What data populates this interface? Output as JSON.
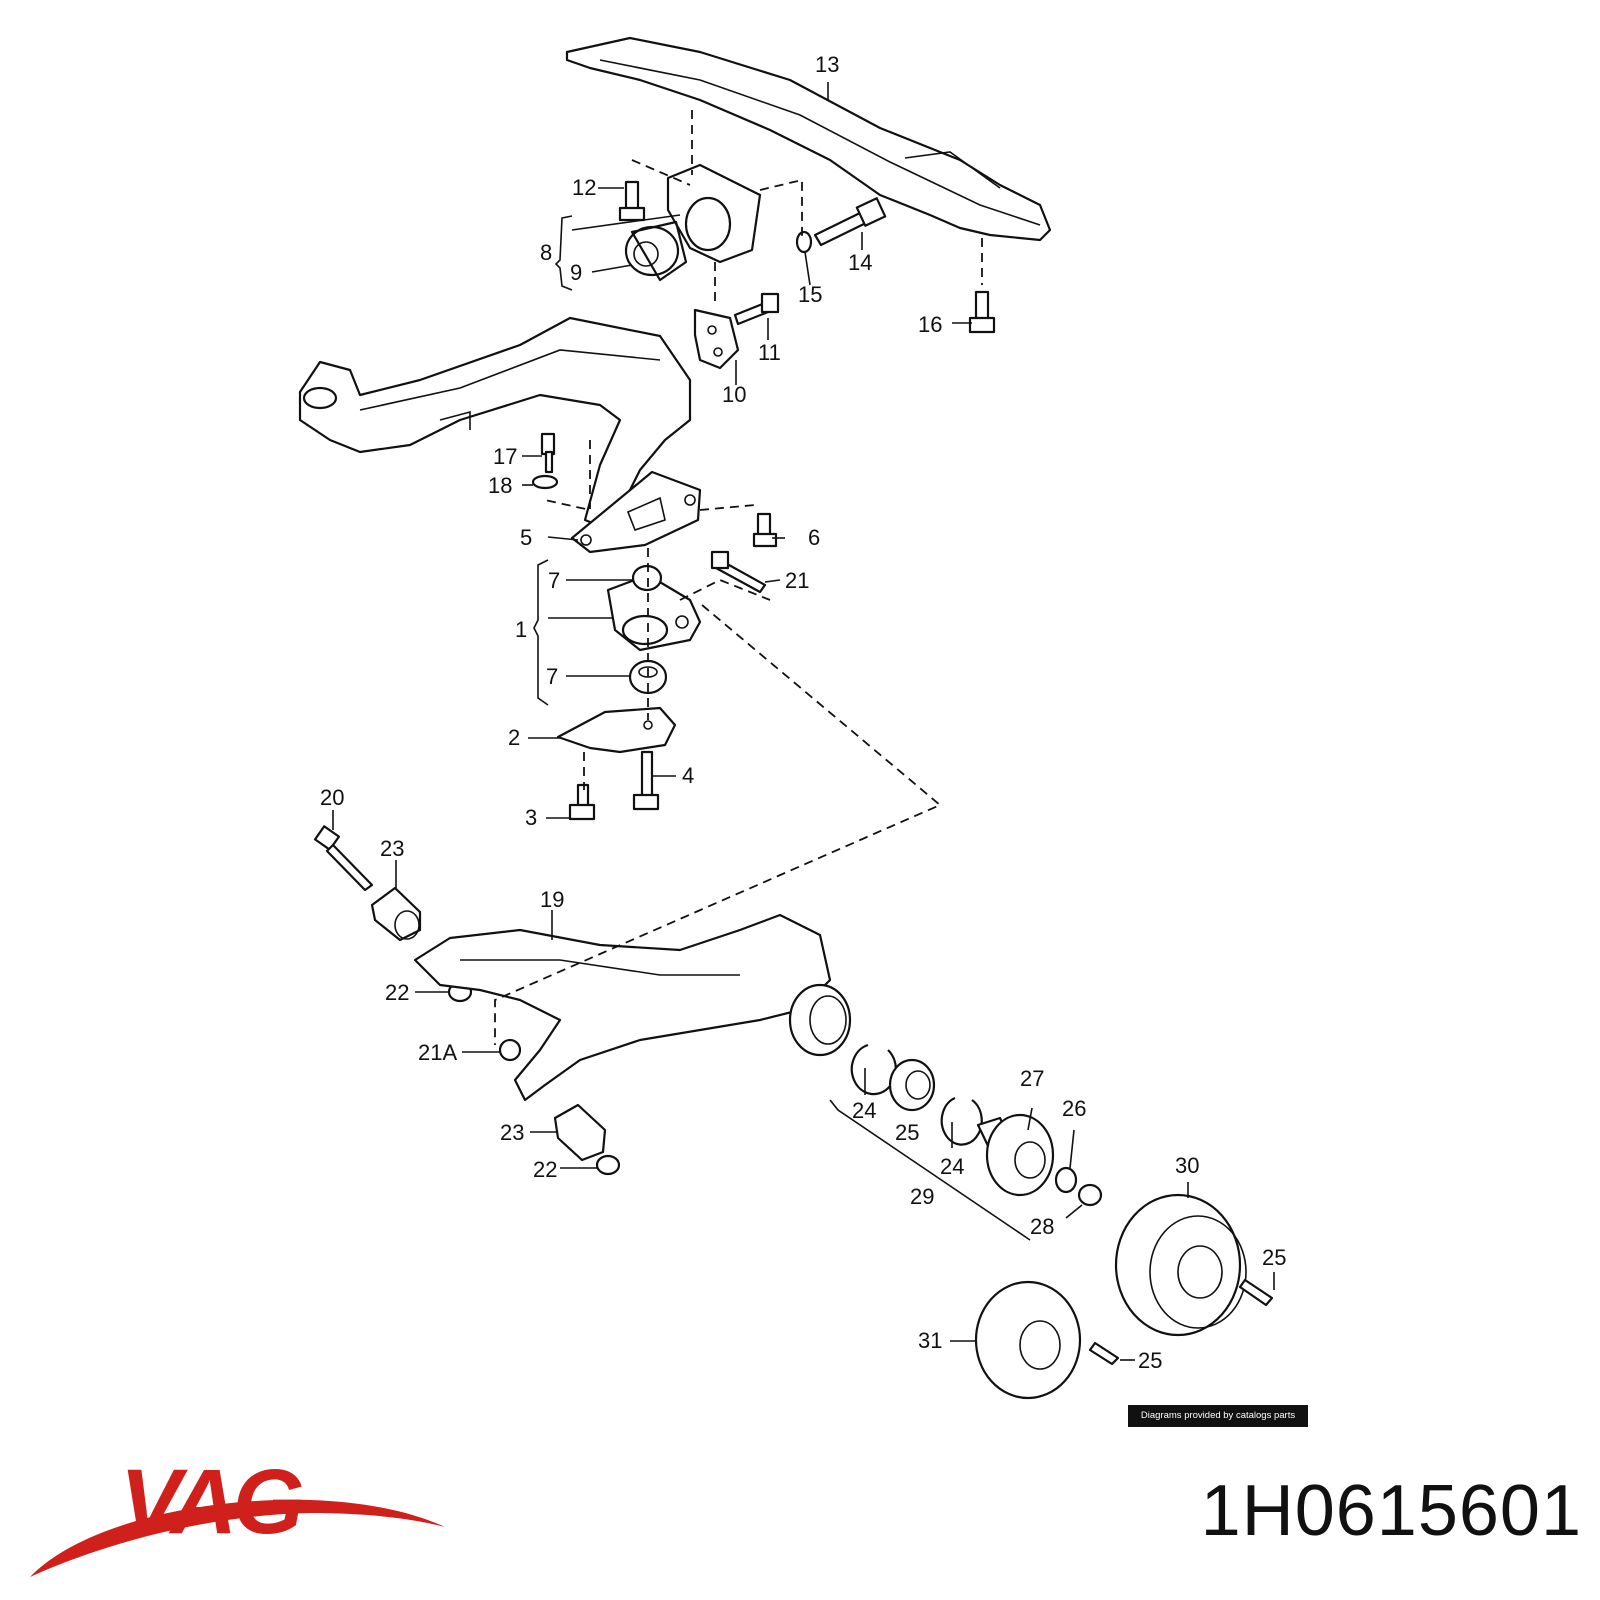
{
  "callouts": [
    "13",
    "12",
    "8",
    "9",
    "14",
    "15",
    "11",
    "16",
    "10",
    "17",
    "18",
    "5",
    "6",
    "7",
    "21",
    "1",
    "7",
    "2",
    "4",
    "3",
    "20",
    "23",
    "19",
    "22",
    "21A",
    "23",
    "22",
    "24",
    "25",
    "27",
    "26",
    "24",
    "29",
    "28",
    "30",
    "25",
    "31",
    "25"
  ],
  "credit_text": "Diagrams provided by catalogs parts",
  "brand": {
    "name": "VAG",
    "color": "#d0201c"
  },
  "part_number": "1H0615601"
}
